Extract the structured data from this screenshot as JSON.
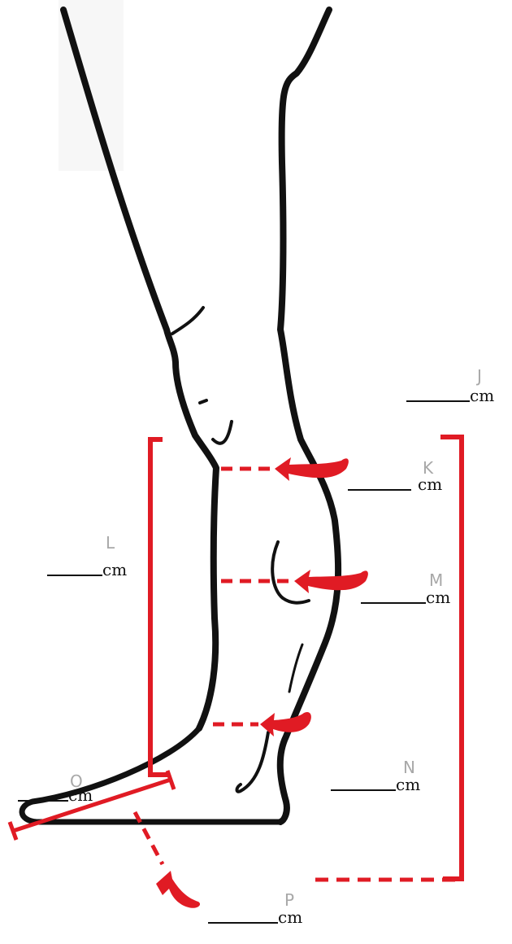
{
  "colors": {
    "sketch": "#111111",
    "measure": "#e01b24",
    "letter": "#a8a8a8"
  },
  "measurements": [
    {
      "id": "J",
      "letter": "J",
      "unit": "cm"
    },
    {
      "id": "K",
      "letter": "K",
      "unit": "cm"
    },
    {
      "id": "L",
      "letter": "L",
      "unit": "cm"
    },
    {
      "id": "M",
      "letter": "M",
      "unit": "cm"
    },
    {
      "id": "N",
      "letter": "N",
      "unit": "cm"
    },
    {
      "id": "O",
      "letter": "O",
      "unit": "cm"
    },
    {
      "id": "P",
      "letter": "P",
      "unit": "cm"
    }
  ]
}
